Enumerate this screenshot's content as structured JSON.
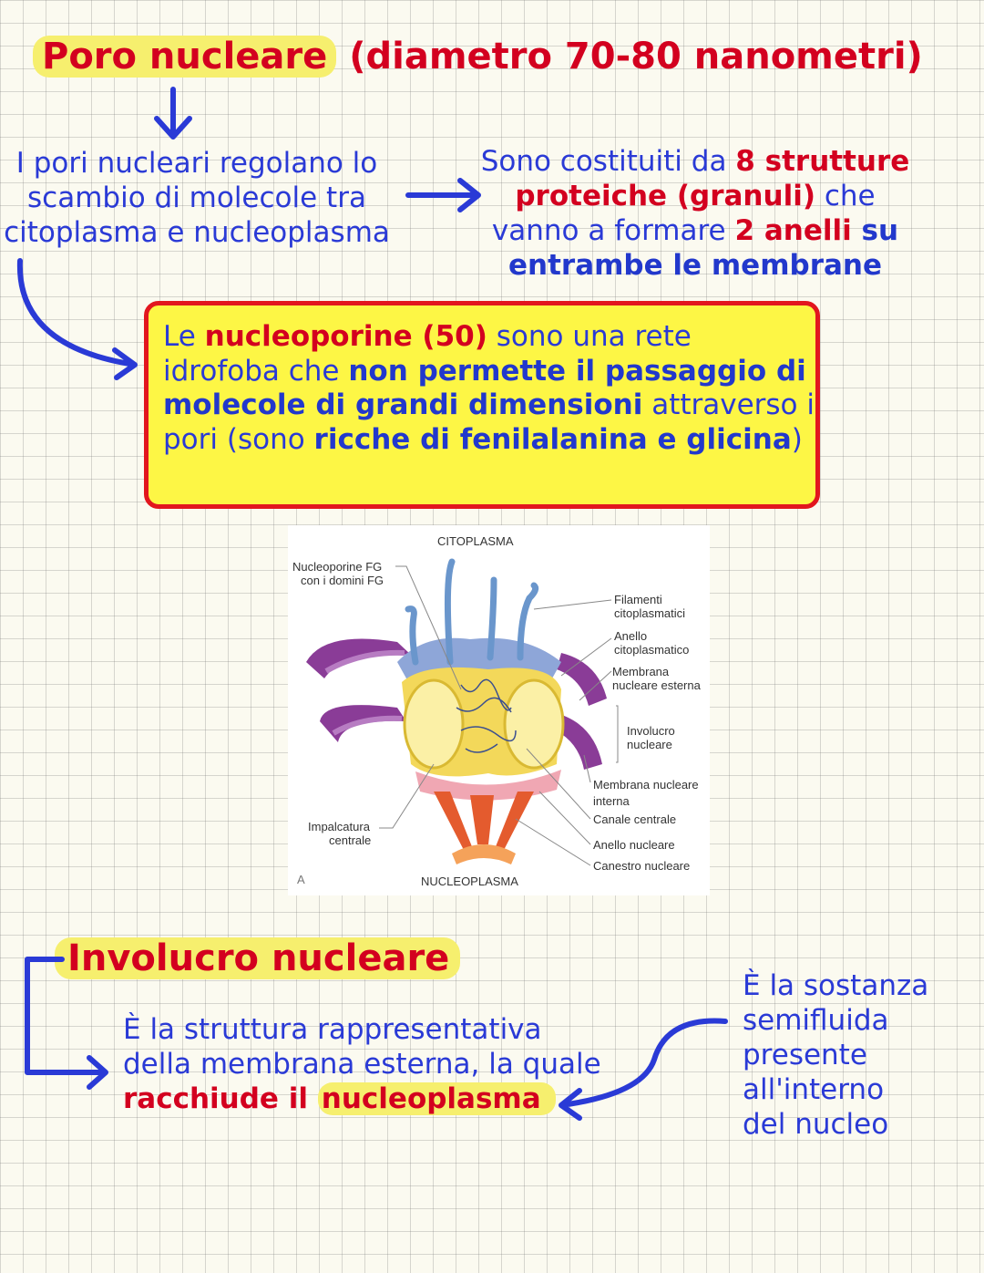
{
  "section1": {
    "title_highlight": "Poro nucleare",
    "title_rest": "(diametro 70-80 nanometri)"
  },
  "left_note": {
    "line1": "I pori nucleari regolano lo",
    "line2": "scambio di molecole tra",
    "line3": "citoplasma e nucleoplasma"
  },
  "right_note": {
    "p1": "Sono costituiti da ",
    "p2": "8 strutture proteiche (granuli)",
    "p3": " che vanno a formare ",
    "p4": "2 anelli",
    "p5": " su entrambe le membrane"
  },
  "box": {
    "p1": "Le ",
    "p2": "nucleoporine (50)",
    "p3": " sono una rete idrofoba che ",
    "p4": "non permette il passaggio di molecole di grandi dimensioni",
    "p5": " attraverso i pori (sono ",
    "p6": "ricche di fenilalanina e glicina",
    "p7": ")"
  },
  "figure": {
    "top_label": "CITOPLASMA",
    "bottom_label": "NUCLEOPLASMA",
    "panel_letter": "A",
    "labels": {
      "fg_1": "Nucleoporine FG",
      "fg_2": "con i domini FG",
      "fil_1": "Filamenti",
      "fil_2": "citoplasmatici",
      "ring_1": "Anello",
      "ring_2": "citoplasmatico",
      "outer_1": "Membrana",
      "outer_2": "nucleare esterna",
      "env_1": "Involucro",
      "env_2": "nucleare",
      "inner_1": "Membrana nucleare",
      "inner_2": "interna",
      "channel": "Canale centrale",
      "nring": "Anello nucleare",
      "basket": "Canestro nucleare",
      "scaffold_1": "Impalcatura",
      "scaffold_2": "centrale"
    }
  },
  "section2": {
    "title": "Involucro nucleare",
    "desc_1": "È la struttura rappresentativa",
    "desc_2": "della membrana esterna, la quale",
    "desc_3a": "racchiude il ",
    "desc_3b": "nucleoplasma",
    "side_1": "È la sostanza",
    "side_2": "semifluida",
    "side_3": "presente",
    "side_4": "all'interno",
    "side_5": "del nucleo"
  },
  "colors": {
    "accent_red": "#d3001f",
    "text_blue": "#2a3ad6",
    "highlight_yellow": "#f6ef6e",
    "box_yellow": "#fdf645",
    "box_border": "#e2161e"
  }
}
